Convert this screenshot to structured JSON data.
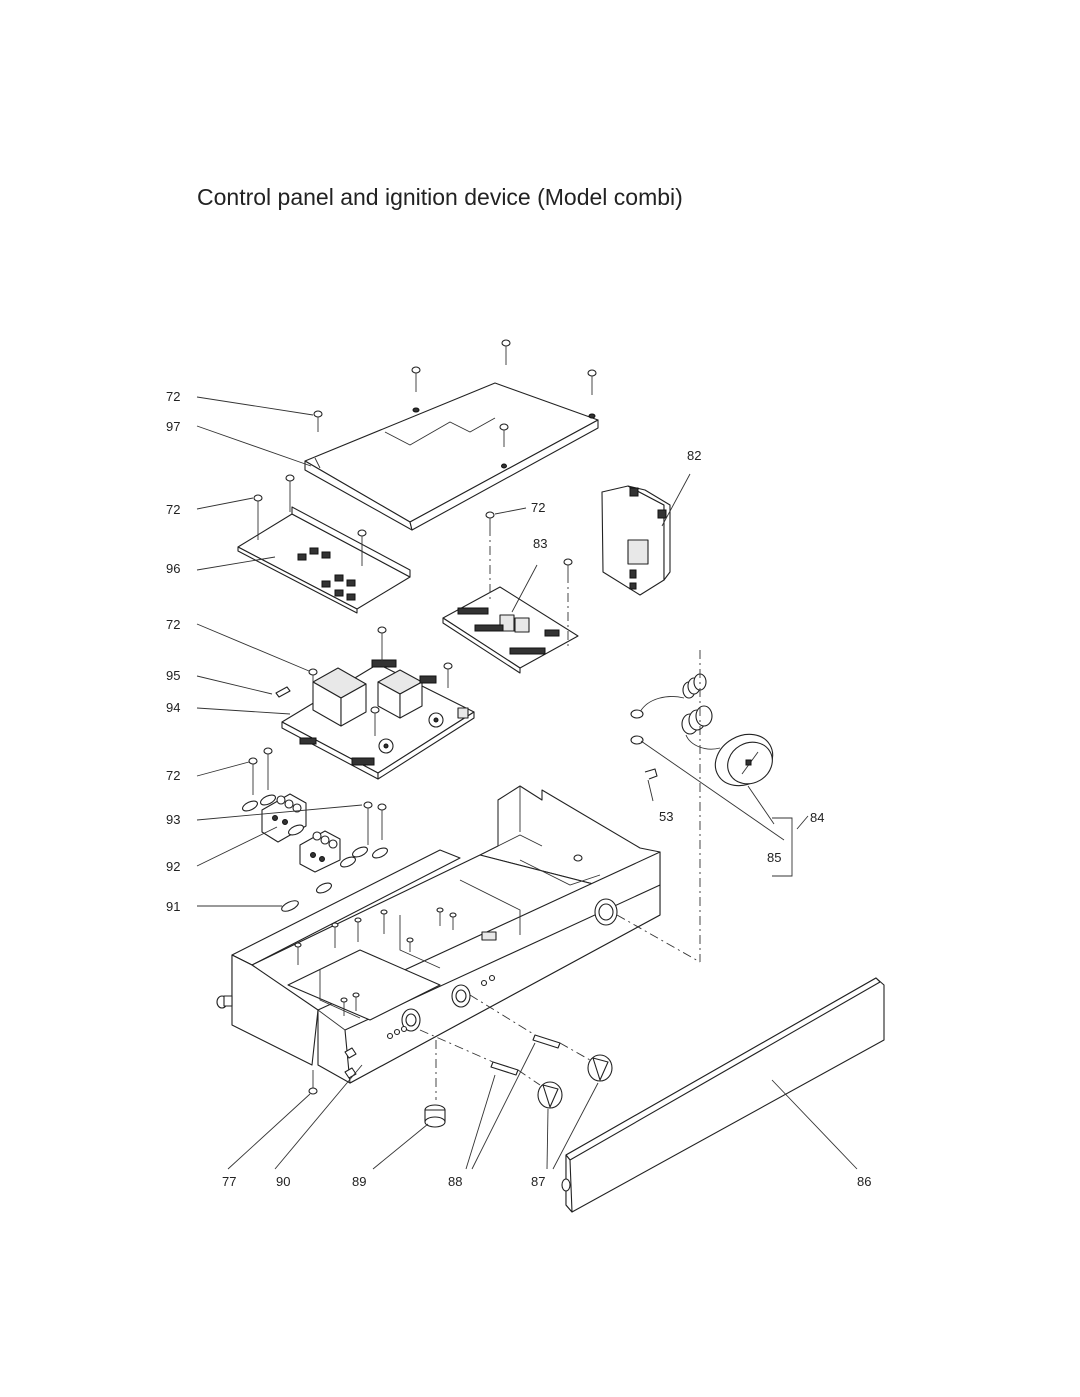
{
  "title": "Control panel and ignition device (Model combi)",
  "callouts": {
    "c72a": "72",
    "c97": "97",
    "c72b": "72",
    "c96": "96",
    "c72c": "72",
    "c95": "95",
    "c94": "94",
    "c72d": "72",
    "c93": "93",
    "c92": "92",
    "c91": "91",
    "c82": "82",
    "c72e": "72",
    "c83": "83",
    "c53": "53",
    "c84": "84",
    "c85": "85",
    "c77": "77",
    "c90": "90",
    "c89": "89",
    "c88": "88",
    "c87": "87",
    "c86": "86"
  }
}
